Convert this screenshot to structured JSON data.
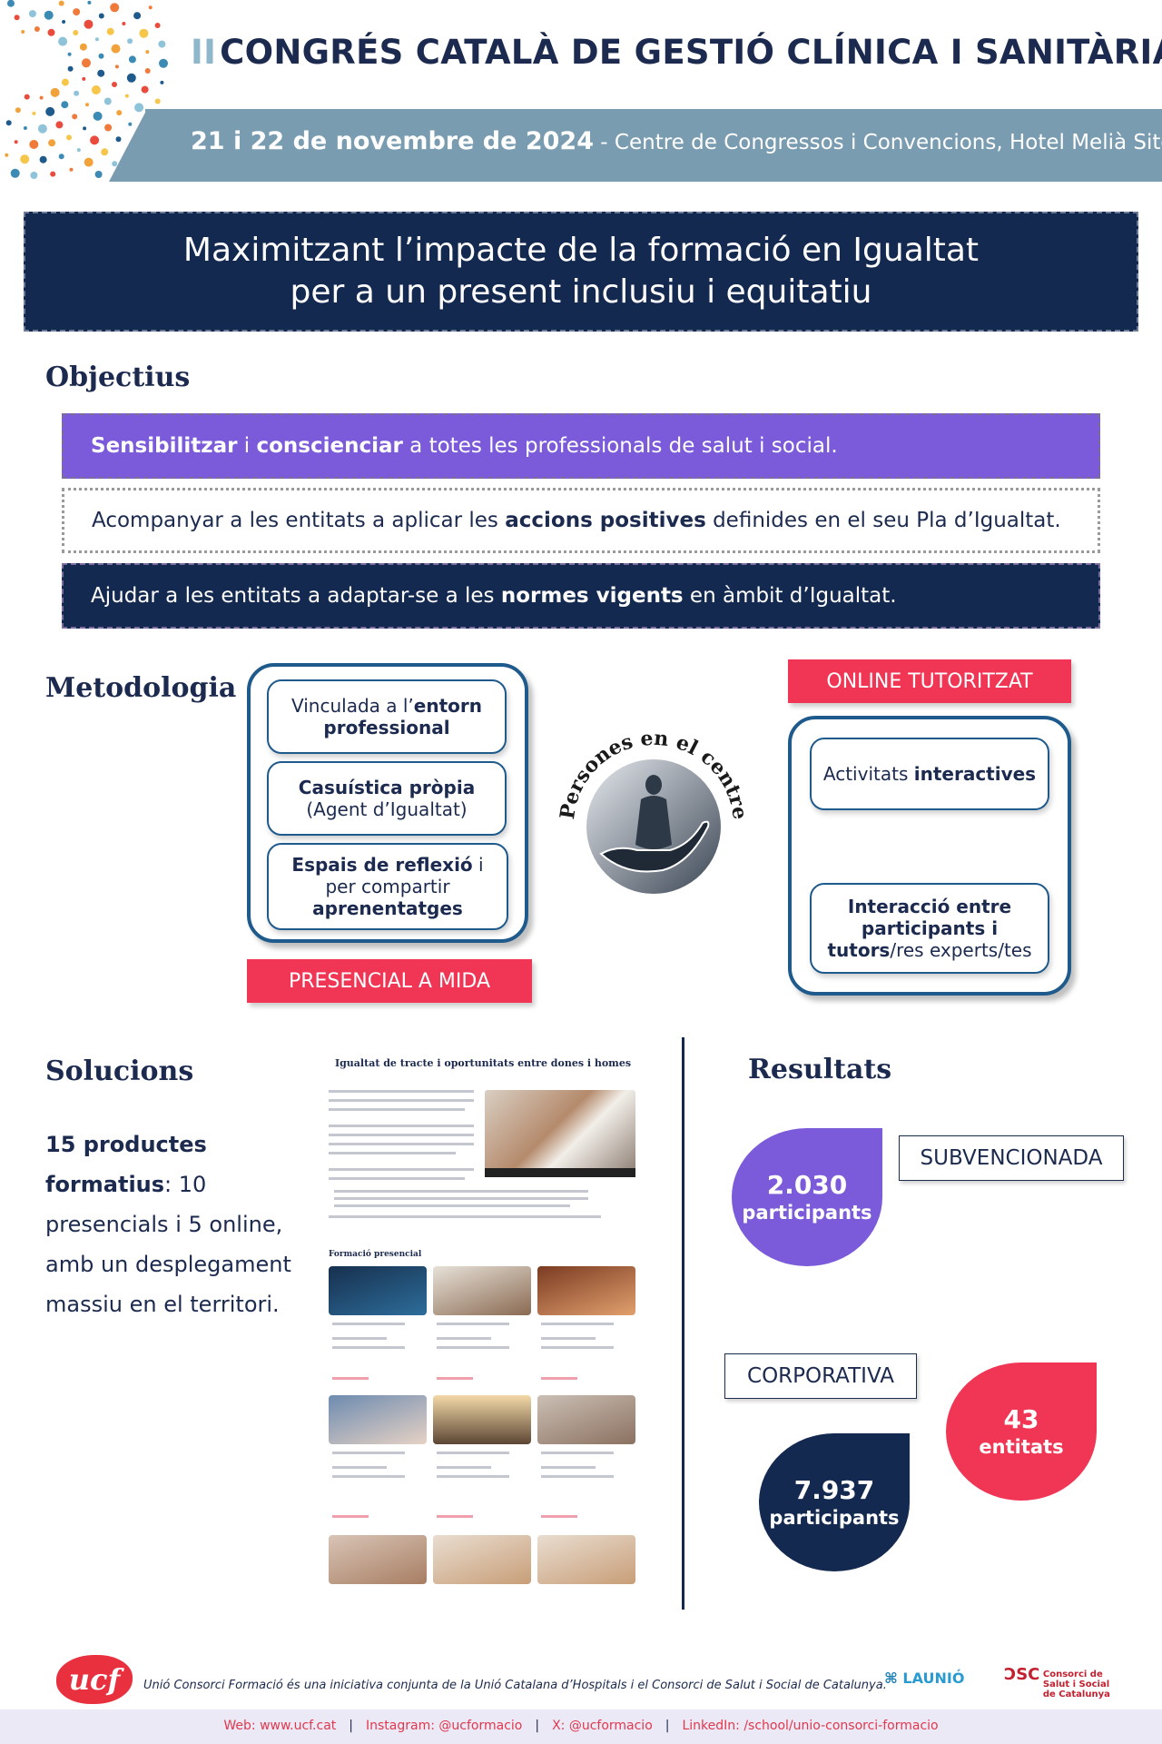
{
  "header": {
    "roman": "II",
    "title": "CONGRÉS CATALÀ DE GESTIÓ CLÍNICA I SANITÀRIA",
    "date": "21 i 22 de novembre de 2024",
    "venue": " - Centre de Congressos i Convencions, Hotel Melià Sitges"
  },
  "banner": {
    "line1": "Maximitzant l’impacte de la formació en Igualtat",
    "line2": "per a un present inclusiu i equitatiu"
  },
  "objectives": {
    "heading": "Objectius",
    "item1": {
      "b1": "Sensibilitzar",
      "t1": " i ",
      "b2": "conscienciar",
      "t2": " a totes les professionals de salut i social."
    },
    "item2": {
      "t1": "Acompanyar a les entitats a aplicar les ",
      "b1": "accions positives",
      "t2": " definides en el seu Pla d’Igualtat."
    },
    "item3": {
      "t1": "Ajudar a les entitats a adaptar-se a les ",
      "b1": "normes vigents",
      "t2": " en àmbit d’Igualtat."
    }
  },
  "methodology": {
    "heading": "Metodologia",
    "left_cards": [
      {
        "t1": "Vinculada a l’",
        "b1": "entorn",
        "b2": "professional"
      },
      {
        "b1": "Casuística pròpia",
        "t1": "(Agent d’Igualtat)"
      },
      {
        "b1": "Espais de reflexió",
        "t1": " i",
        "t2": "per compartir",
        "b2": "aprenentatges"
      }
    ],
    "left_label": "PRESENCIAL A MIDA",
    "center_text": "Persones en el centre",
    "right_label": "ONLINE TUTORITZAT",
    "right_cards": [
      {
        "t1": "Activitats ",
        "b1": "interactives"
      },
      {
        "b1": "Interacció entre",
        "b2": "participants i",
        "b3": "tutors",
        "t1": "/res experts/tes"
      }
    ]
  },
  "solutions": {
    "heading": "Solucions",
    "bold": "15 productes formatius",
    "text": ": 10 presencials i 5 online, amb un desplegament massiu en el territori.",
    "web_title": "Igualtat de tracte i oportunitats entre dones i homes",
    "web_section": "Formació presencial"
  },
  "results": {
    "heading": "Resultats",
    "subvencionada": "SUBVENCIONADA",
    "corporativa": "CORPORATIVA",
    "stat1": {
      "number": "2.030",
      "label": "participants"
    },
    "stat2": {
      "number": "43",
      "label": "entitats"
    },
    "stat3": {
      "number": "7.937",
      "label": "participants"
    }
  },
  "footer": {
    "logo": "ucf",
    "line": "Unió Consorci Formació és una iniciativa conjunta de la Unió Catalana d’Hospitals i el Consorci de Salut i Social de Catalunya.",
    "links": [
      "Web: www.ucf.cat",
      "Instagram: @ucformacio",
      "X: @ucformacio",
      "LinkedIn: /school/unio-consorci-formacio"
    ],
    "partner1": "LAUNIÓ",
    "partner2": "Consorci de Salut i Social de Catalunya"
  },
  "colors": {
    "navy": "#14294f",
    "purple": "#7b5bd9",
    "red": "#f03654",
    "steel": "#7a9cb1"
  }
}
